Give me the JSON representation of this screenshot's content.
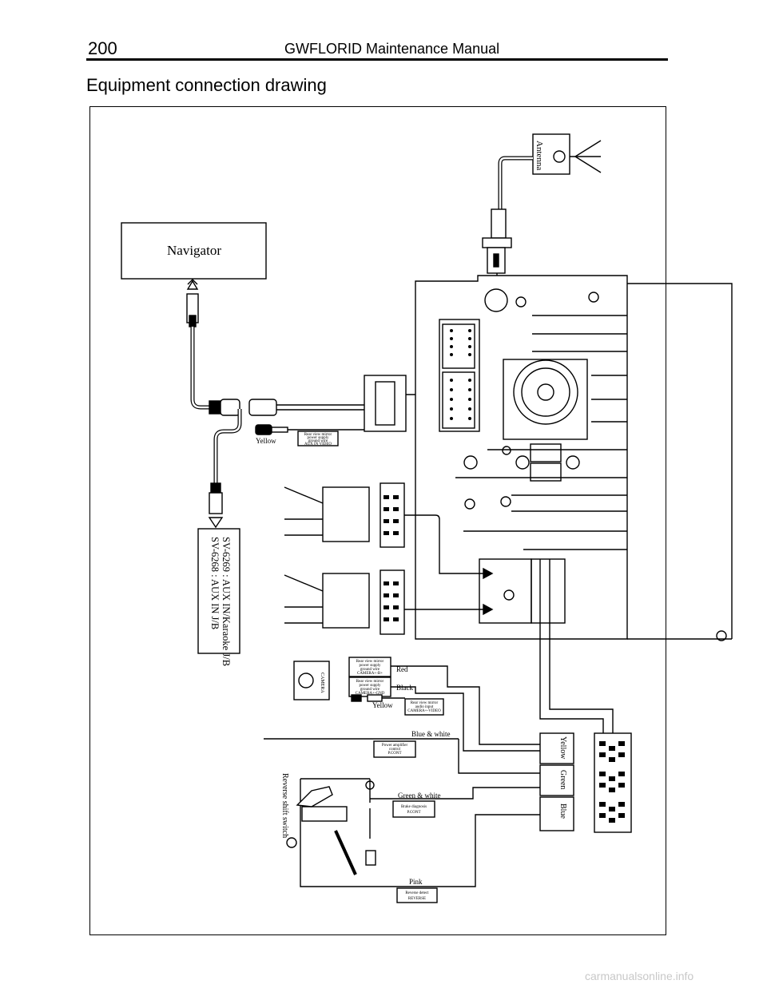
{
  "header": {
    "page_number": "200",
    "manual_title": "GWFLORID Maintenance Manual"
  },
  "section_title": "Equipment connection drawing",
  "diagram": {
    "antenna_label": "Antenna",
    "navigator_label": "Navigator",
    "aux_box": {
      "line1": "SV-6269 : AUX IN/Karaoke J/B",
      "line2": "SV-6268 : AUX IN J/B"
    },
    "yellow_label_top": "Yellow",
    "label_aux_video": [
      "Rear view mirror",
      "power supply",
      "ground wire",
      "AUX IN VIDEO"
    ],
    "camera_label": "CAMERA",
    "label_camera_plus": [
      "Rear view mirror",
      "power supply",
      "ground wire",
      "CAMERA+-B+"
    ],
    "label_camera_gnd": [
      "Rear view mirror",
      "power supply",
      "ground wire",
      "CAMERA+-GND"
    ],
    "label_camera_video": [
      "Rear view mirror",
      "audio input",
      "CAMERA+-VIDEO"
    ],
    "wire_red": "Red",
    "wire_black": "Black",
    "yellow_label_camera": "Yellow",
    "wire_blue_white": "Blue & white",
    "label_power_amp": [
      "Power amplifier",
      "control",
      "P.CONT"
    ],
    "wire_green_white": "Green & white",
    "label_brake": [
      "Brake diagnosis",
      "P.CONT"
    ],
    "wire_pink": "Pink",
    "label_reverse": [
      "Reverse detect",
      "REVERSE"
    ],
    "reverse_switch_label": "Reverse shift switch",
    "connector_yellow": "Yellow",
    "connector_green": "Green",
    "connector_blue": "Blue"
  },
  "watermark": "carmanualsonline.info"
}
